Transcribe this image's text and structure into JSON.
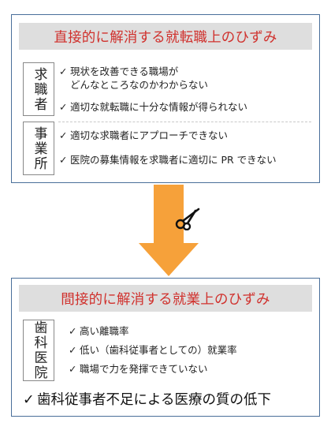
{
  "top_panel": {
    "title": "直接的に解消する就転職上のひずみ",
    "job_seeker": {
      "label": "求職者",
      "items": [
        {
          "line1": "現状を改善できる職場が",
          "line2": "どんなところなのかわからない"
        },
        {
          "line1": "適切な就転職に十分な情報が得られない"
        }
      ]
    },
    "employer": {
      "label": "事業所",
      "items": [
        {
          "line1": "適切な求職者にアプローチできない"
        },
        {
          "line1": "医院の募集情報を求職者に適切に PR できない"
        }
      ]
    }
  },
  "bottom_panel": {
    "title": "間接的に解消する就業上のひずみ",
    "clinic": {
      "label": "歯科医院",
      "items": [
        "高い離職率",
        "低い（歯科従事者としての）就業率",
        "職場で力を発揮できていない"
      ]
    },
    "conclusion": "歯科従事者不足による医療の質の低下"
  },
  "check_mark": "✓",
  "colors": {
    "frame": "#4a6f9a",
    "title_band": "#dedede",
    "title_text": "#d0312d",
    "arrow": "#f6a13a"
  },
  "icons": {
    "arrow": "down-arrow-icon",
    "scissors": "scissors-icon"
  }
}
